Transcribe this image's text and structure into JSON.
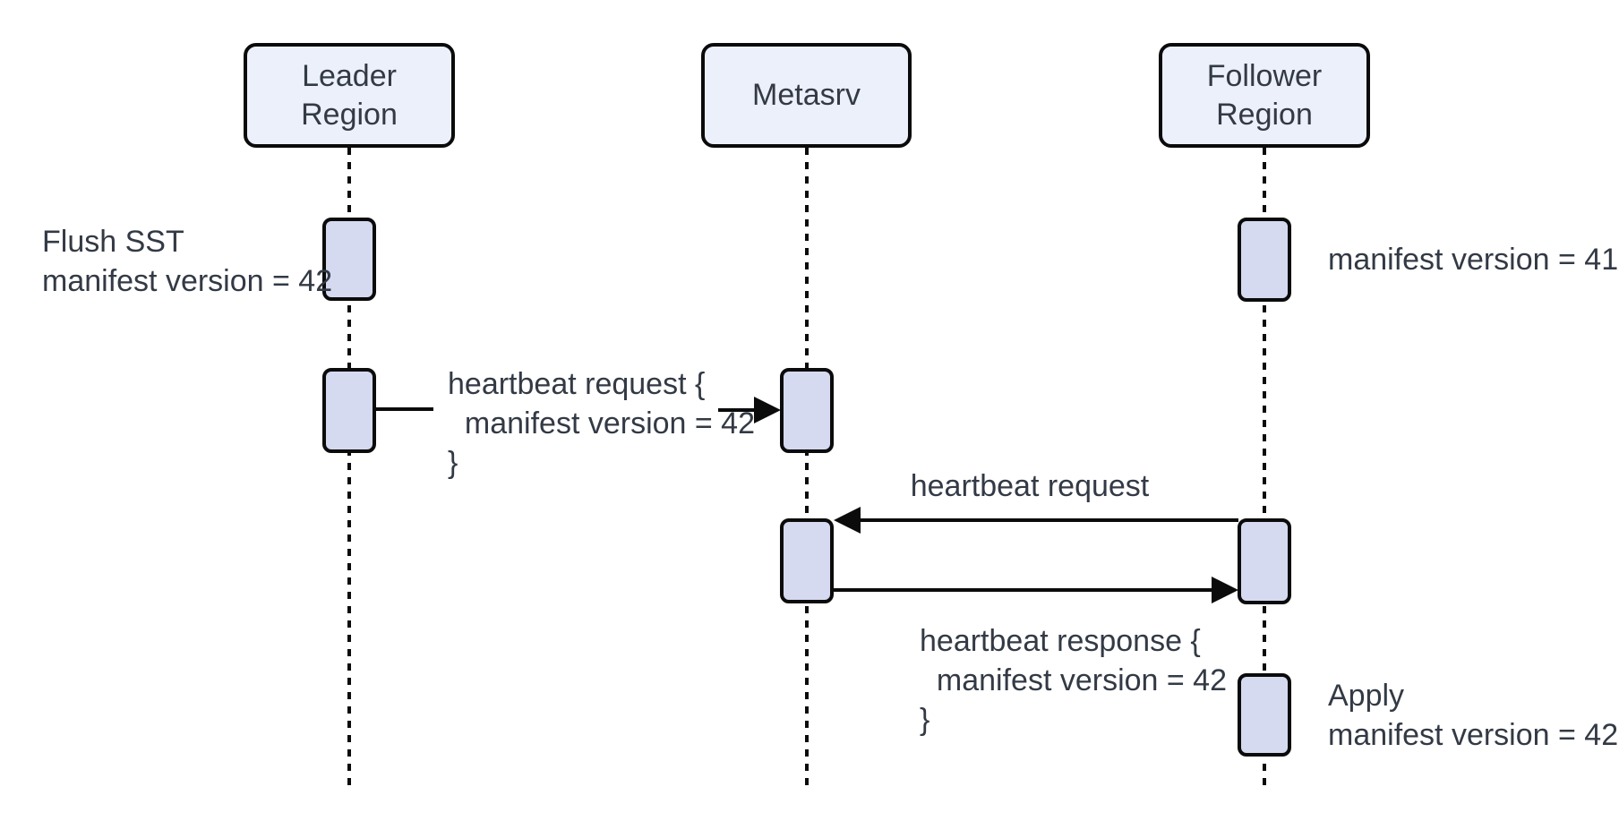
{
  "colors": {
    "background": "#ffffff",
    "actor_fill": "#ecf0fa",
    "activation_fill": "#d5daf1",
    "line": "#0b0b0b",
    "text": "#333a45"
  },
  "participants": [
    {
      "label": "Leader\nRegion"
    },
    {
      "label": "Metasrv"
    },
    {
      "label": "Follower\nRegion"
    }
  ],
  "notes": {
    "flush_sst": "Flush SST\nmanifest version = 42",
    "follower_manifest": "manifest version = 41",
    "apply": "Apply\nmanifest version = 42"
  },
  "messages": {
    "leader_heartbeat_request": "heartbeat request {\n  manifest version = 42\n}",
    "follower_heartbeat_request": "heartbeat request",
    "heartbeat_response": "heartbeat response {\n  manifest version = 42\n}"
  }
}
